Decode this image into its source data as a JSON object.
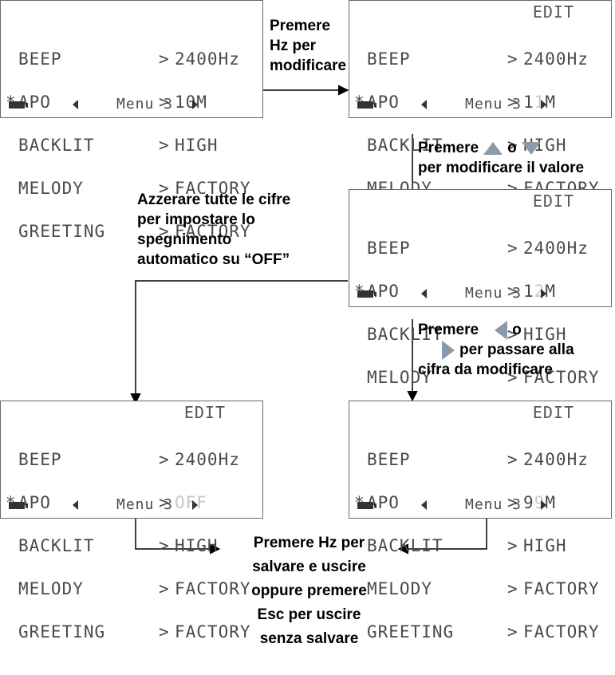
{
  "labels": {
    "beep": "BEEP",
    "apo": "APO",
    "backlit": "BACKLIT",
    "melody": "MELODY",
    "greeting": "GREETING",
    "star": "*",
    "gt": ">",
    "edit": "EDIT",
    "menu": "Menu 3"
  },
  "values": {
    "beep": "2400Hz",
    "backlit": "HIGH",
    "melody": "FACTORY",
    "greeting": "FACTORY"
  },
  "screens": {
    "s1": {
      "apo": "10M"
    },
    "s2": {
      "apo_a": "1",
      "apo_b": "1",
      "apo_c": "M"
    },
    "s3": {
      "apo_a": "1",
      "apo_b": "2",
      "apo_c": "M"
    },
    "s4": {
      "apo": "OFF"
    },
    "s5": {
      "apo_a": "9",
      "apo_b": "9",
      "apo_c": "M"
    }
  },
  "notes": {
    "n1_line1": "Premere",
    "n1_line2": "Hz per",
    "n1_line3": "modificare",
    "n2_premere": "Premere",
    "n2_o": "o",
    "n2_line2": "per modificare il valore",
    "n3_line1": "Azzerare tutte le cifre",
    "n3_line2": "per impostare lo",
    "n3_line3": "spegnimento",
    "n3_line4": "automatico su “OFF”",
    "n4_premere": "Premere",
    "n4_o": "o",
    "n4_line2": "per passare alla",
    "n4_line3": "cifra da modificare",
    "n5_line1": "Premere Hz per",
    "n5_line2": "salvare e uscire",
    "n5_line3": "oppure premere",
    "n5_line4": "Esc per uscire",
    "n5_line5": "senza salvare"
  },
  "icons": [
    "up-arrow-key-icon",
    "down-arrow-key-icon",
    "left-arrow-key-icon",
    "right-arrow-key-icon",
    "battery-icon"
  ]
}
